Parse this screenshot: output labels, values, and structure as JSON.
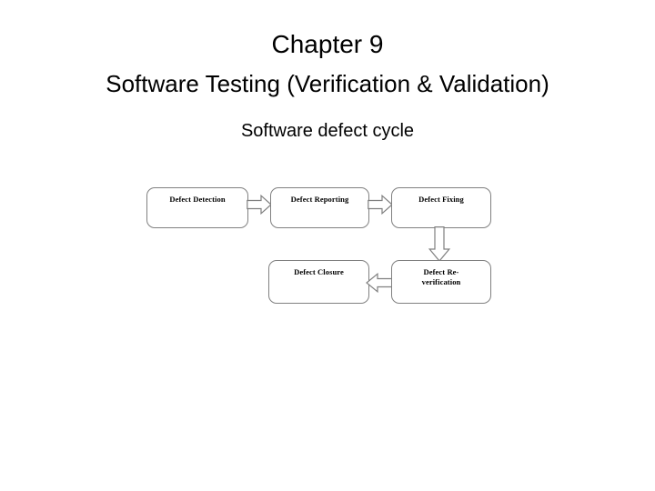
{
  "slide": {
    "background_color": "#ffffff",
    "text_color": "#000000",
    "chapter_title": "Chapter 9",
    "subject_title": "Software Testing (Verification & Validation)",
    "section_title": "Software defect cycle"
  },
  "diagram": {
    "name": "software-defect-cycle",
    "border_color": "#808080",
    "arrow_color": "#808080",
    "nodes": [
      {
        "id": "detection",
        "label": "Defect Detection"
      },
      {
        "id": "reporting",
        "label": "Defect Reporting"
      },
      {
        "id": "fixing",
        "label": "Defect Fixing"
      },
      {
        "id": "reverification",
        "label": "Defect Re-\nverification"
      },
      {
        "id": "closure",
        "label": "Defect Closure"
      }
    ],
    "arrows": [
      {
        "id": "detection-to-reporting",
        "from": "detection",
        "to": "reporting",
        "direction": "right"
      },
      {
        "id": "reporting-to-fixing",
        "from": "reporting",
        "to": "fixing",
        "direction": "right"
      },
      {
        "id": "fixing-to-reverification",
        "from": "fixing",
        "to": "reverification",
        "direction": "down"
      },
      {
        "id": "reverification-to-closure",
        "from": "reverification",
        "to": "closure",
        "direction": "left"
      }
    ]
  }
}
